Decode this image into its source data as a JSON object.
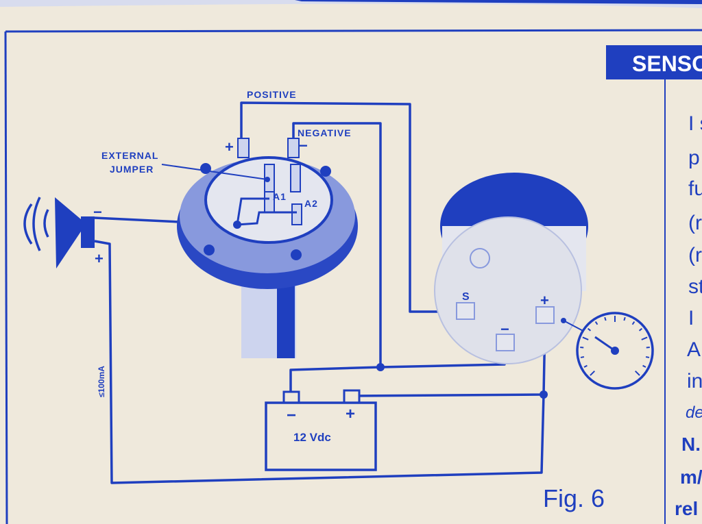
{
  "colors": {
    "paper": "#efe9dc",
    "ink": "#1f3fbf",
    "ink_light": "#7f92de",
    "ink_pale": "#cdd4ee"
  },
  "header": {
    "tab_label": "SENSOR"
  },
  "diagram": {
    "labels": {
      "positive": "POSITIVE",
      "negative": "NEGATIVE",
      "external": "EXTERNAL",
      "jumper": "JUMPER",
      "a1": "A1",
      "a2": "A2",
      "plus_top": "+",
      "minus_top": "−",
      "speaker_minus": "−",
      "speaker_plus": "+",
      "current_limit": "≤100mA",
      "gauge_s": "S",
      "gauge_plus": "+",
      "gauge_minus": "−",
      "battery": "12 Vdc",
      "battery_minus": "−",
      "battery_plus": "+"
    },
    "figure_caption": "Fig. 6"
  },
  "side_text": {
    "lines": [
      "I s",
      "p",
      "fu",
      "(r",
      "(r",
      "st",
      "I",
      "A",
      "in",
      "de",
      "N.",
      "m/",
      "rel"
    ]
  }
}
